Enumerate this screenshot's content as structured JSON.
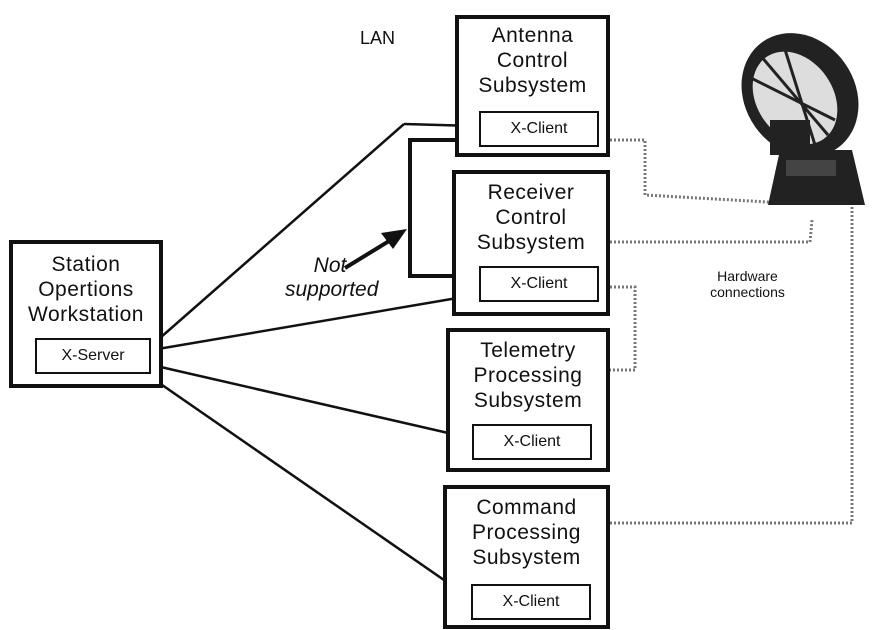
{
  "lan_label": "LAN",
  "workstation": {
    "title_lines": [
      "Station",
      "Opertions",
      "Workstation"
    ],
    "server_label": "X-Server"
  },
  "subsystems": [
    {
      "title_lines": [
        "Antenna",
        "Control",
        "Subsystem"
      ],
      "client_label": "X-Client"
    },
    {
      "title_lines": [
        "Receiver",
        "Control",
        "Subsystem"
      ],
      "client_label": "X-Client"
    },
    {
      "title_lines": [
        "Telemetry",
        "Processing",
        "Subsystem"
      ],
      "client_label": "X-Client"
    },
    {
      "title_lines": [
        "Command",
        "Processing",
        "Subsystem"
      ],
      "client_label": "X-Client"
    }
  ],
  "annotation": {
    "line1": "Not",
    "line2": "supported"
  },
  "hardware_label": {
    "line1": "Hardware",
    "line2": "connections"
  },
  "icons": {
    "antenna": "satellite-dish-icon"
  }
}
